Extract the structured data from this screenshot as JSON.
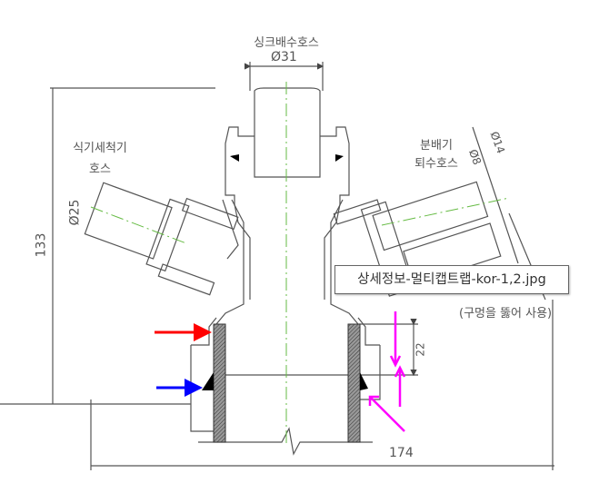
{
  "labels": {
    "sink_hose": "싱크배수호스",
    "sink_diameter": "Ø31",
    "dishwasher_hose_line1": "식기세척기",
    "dishwasher_hose_line2": "호스",
    "dishwasher_diameter": "Ø25",
    "distributor_line1": "분배기",
    "distributor_line2": "퇴수호스",
    "distributor_d1": "Ø8",
    "distributor_d2": "Ø14",
    "drill_note": "(구멍을 뚫어 사용)"
  },
  "dimensions": {
    "height": "133",
    "width": "174",
    "insert": "22"
  },
  "tooltip": "상세정보-멀티캡트랩-kor-1,2.jpg",
  "colors": {
    "red_arrow": "#ff0000",
    "blue_arrow": "#0000ff",
    "magenta_arrow": "#ff00ff",
    "centerline": "#66bb44"
  }
}
